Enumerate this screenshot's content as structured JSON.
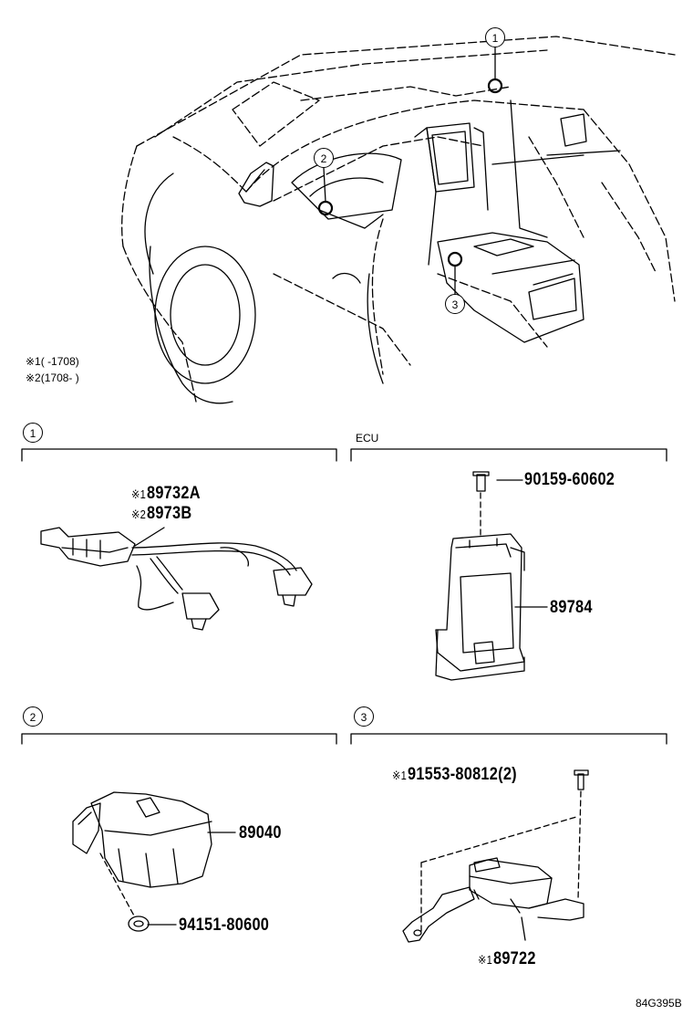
{
  "callouts": {
    "c1": "1",
    "c2": "2",
    "c3": "3"
  },
  "notes": {
    "n1_mark": "※1",
    "n1_text": "(      -1708)",
    "n2_mark": "※2",
    "n2_text": "(1708-      )"
  },
  "sections": {
    "s1": "1",
    "ecu_label": "ECU",
    "s2": "2",
    "s3": "3"
  },
  "parts": {
    "p1a_mark": "※1",
    "p1a": "89732A",
    "p1b_mark": "※2",
    "p1b": "8973B",
    "bolt1": "90159-60602",
    "ecu": "89784",
    "sensor": "89040",
    "clip": "94151-80600",
    "bolt3_mark": "※1",
    "bolt3": "91553-80812(2)",
    "p3_mark": "※1",
    "p3": "89722"
  },
  "diagram_code": "84G395B"
}
